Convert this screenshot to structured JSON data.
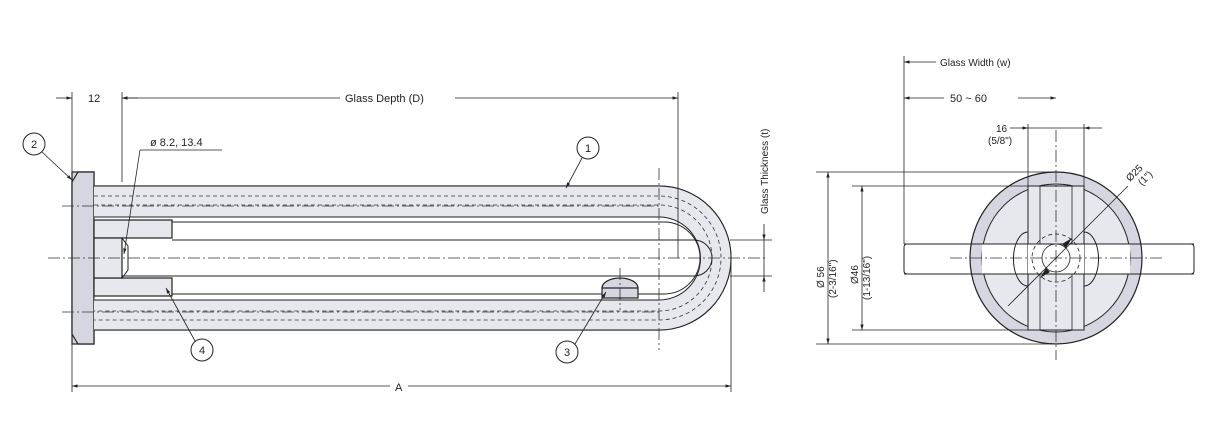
{
  "side_view": {
    "dim_12": "12",
    "glass_depth": "Glass Depth (D)",
    "hole_dia": "ø 8.2, 13.4",
    "glass_thickness": "Glass Thickness (t)",
    "dim_a": "A",
    "callouts": [
      "1",
      "2",
      "3",
      "4"
    ]
  },
  "front_view": {
    "glass_width": "Glass Width (w)",
    "range": "50 ~ 60",
    "width_16": "16",
    "width_16_in": "(5/8\")",
    "dia_56": "Ø 56",
    "dia_56_in": "(2-3/16\")",
    "dia_46": "Ø46",
    "dia_46_in": "(1-13/16\")",
    "dia_25": "Ø25",
    "dia_25_in": "(1\")"
  }
}
